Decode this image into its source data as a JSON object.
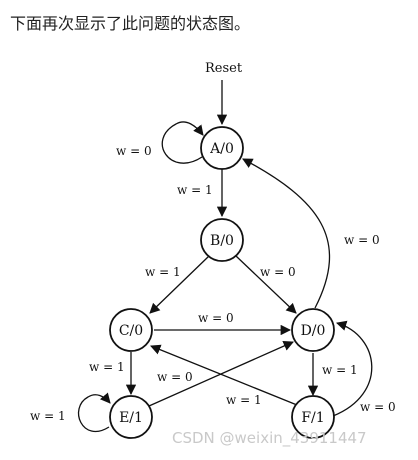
{
  "heading": "下面再次显示了此问题的状态图。",
  "reset_label": "Reset",
  "states": {
    "A": "A/0",
    "B": "B/0",
    "C": "C/0",
    "D": "D/0",
    "E": "E/1",
    "F": "F/1"
  },
  "edges": {
    "A_self": "w = 0",
    "A_B": "w = 1",
    "B_C": "w = 1",
    "B_D": "w = 0",
    "C_D": "w = 0",
    "C_E": "w = 1",
    "D_A": "w = 0",
    "D_F": "w = 1",
    "E_self": "w = 1",
    "E_D": "w = 0",
    "F_C": "w = 1",
    "F_D": "w = 0"
  },
  "watermark": "CSDN @weixin_43911447"
}
